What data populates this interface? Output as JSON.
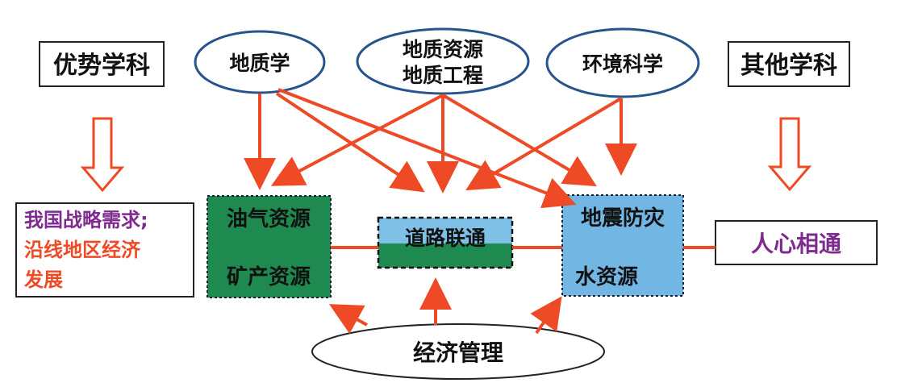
{
  "labels": {
    "advantage": "优势学科",
    "other": "其他学科",
    "geology": "地质学",
    "georesource_line1": "地质资源",
    "georesource_line2": "地质工程",
    "environment": "环境科学",
    "oilgas": "油气资源",
    "mineral": "矿产资源",
    "road": "道路联通",
    "earthquake": "地震防灾",
    "water": "水资源",
    "strategy_line1": "我国战略需求;",
    "strategy_line2": "沿线地区经济",
    "strategy_line3": "发展",
    "people": "人心相通",
    "economics": "经济管理"
  },
  "colors": {
    "arrow": "#ee4a26",
    "ellipse_stroke": "#27548c",
    "green": "#1e8a50",
    "blue": "#72b6e4",
    "purple": "#7f2a8e",
    "orange_text": "#ee4a26",
    "dark": "#111111"
  }
}
